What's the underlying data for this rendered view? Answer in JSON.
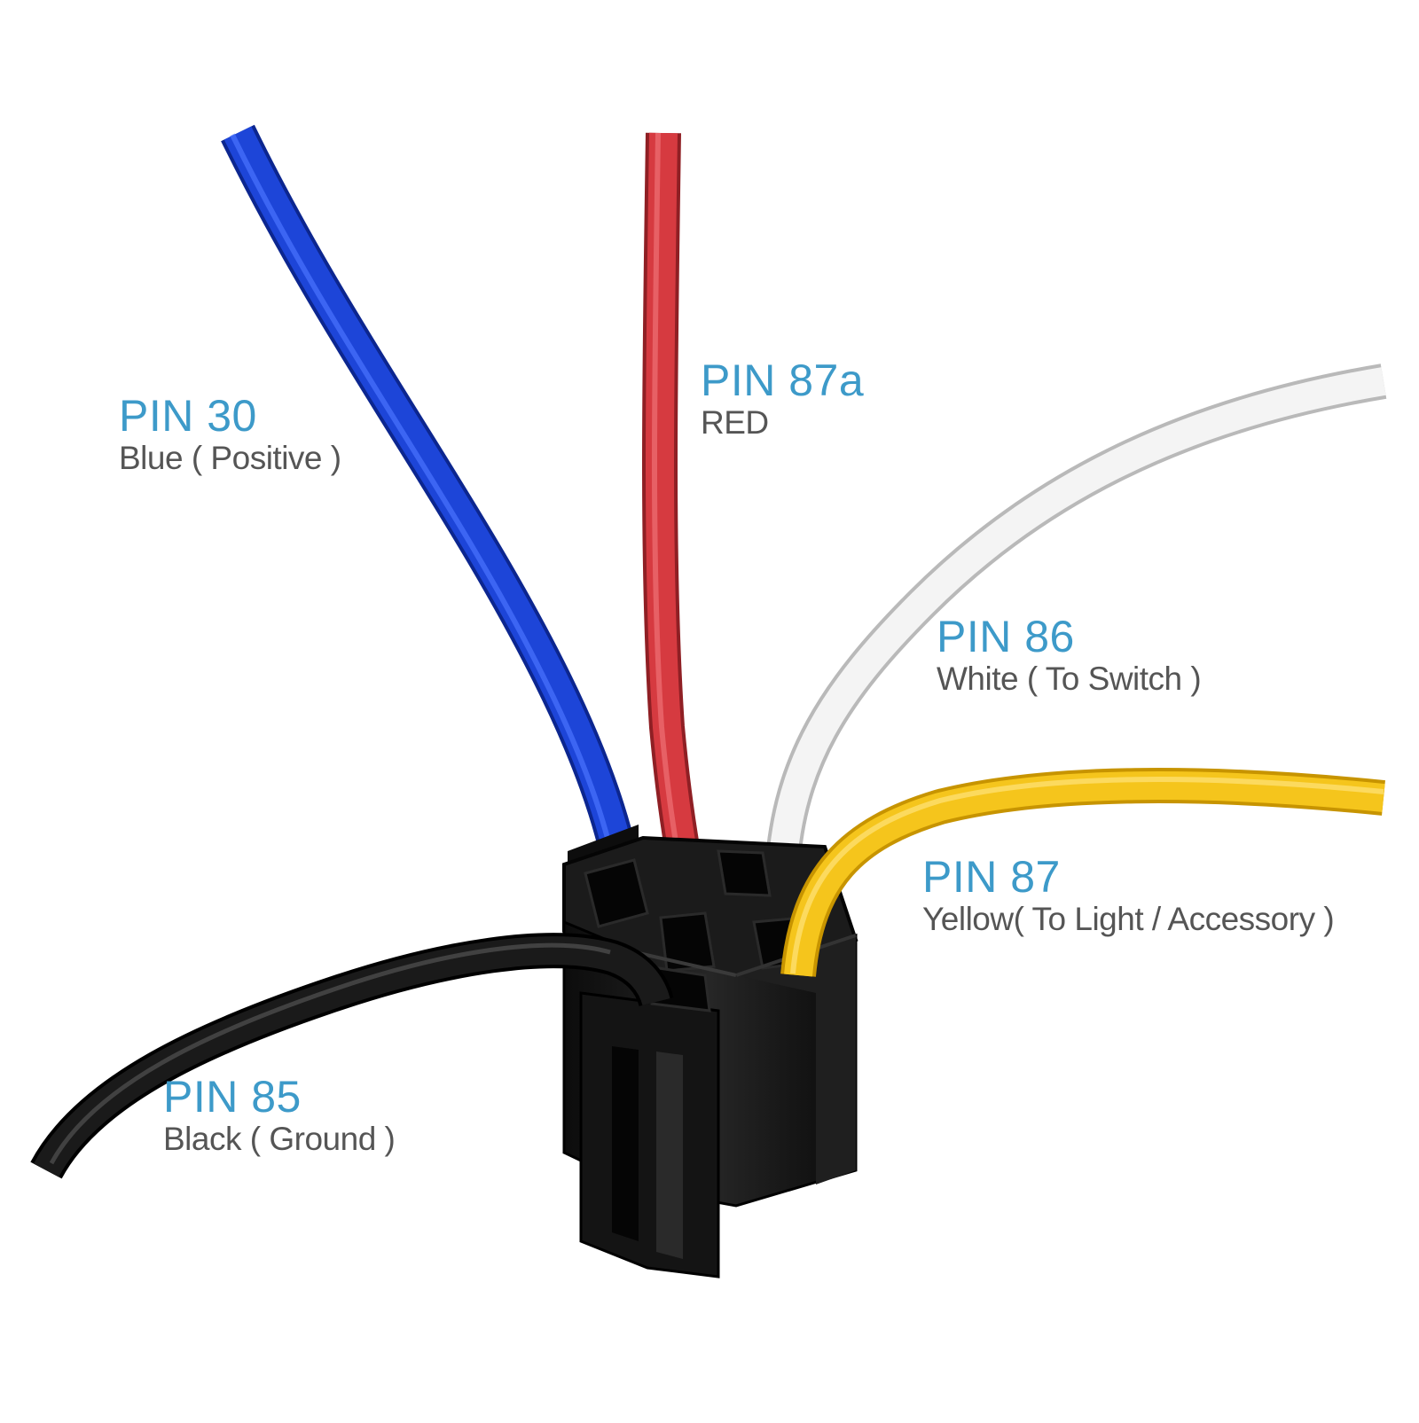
{
  "colors": {
    "label_title": "#3d9ac9",
    "label_desc": "#555555",
    "wire_blue": "#1a3fd0",
    "wire_red": "#d0343a",
    "wire_white": "#f2f2f2",
    "wire_yellow": "#f3c21a",
    "wire_black": "#141414",
    "socket_body": "#121212"
  },
  "labels": {
    "pin30": {
      "title": "PIN 30",
      "desc": "Blue ( Positive )"
    },
    "pin87a": {
      "title": "PIN 87a",
      "desc": "RED"
    },
    "pin86": {
      "title": "PIN 86",
      "desc": "White ( To Switch )"
    },
    "pin87": {
      "title": "PIN 87",
      "desc": "Yellow( To Light / Accessory )"
    },
    "pin85": {
      "title": "PIN 85",
      "desc": "Black ( Ground )"
    }
  }
}
